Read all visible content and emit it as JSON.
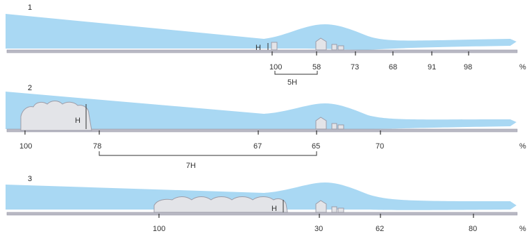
{
  "colors": {
    "wind": "#a9d8f3",
    "ground": "#b9b9c4",
    "ground_stroke": "#9a9aa8",
    "obstacle_fill": "#e3e4e8",
    "obstacle_stroke": "#9c9ca8",
    "ink": "#333333"
  },
  "icons": [
    "wind-band",
    "hedge-shelter",
    "building-icon",
    "arrowhead"
  ],
  "panels": [
    {
      "number": "1",
      "shelter": "small-hedge",
      "height_label": "H",
      "unit": "%",
      "wind_speed_values": [
        "100",
        "58",
        "73",
        "68",
        "91",
        "98"
      ],
      "distance_label": "5H"
    },
    {
      "number": "2",
      "shelter": "tall-trees",
      "height_label": "H",
      "unit": "%",
      "wind_speed_values": [
        "100",
        "78",
        "67",
        "65",
        "70"
      ],
      "distance_label": "7H"
    },
    {
      "number": "3",
      "shelter": "long-hedge",
      "height_label": "H",
      "unit": "%",
      "wind_speed_values": [
        "100",
        "30",
        "62",
        "80"
      ],
      "distance_label": ""
    }
  ]
}
